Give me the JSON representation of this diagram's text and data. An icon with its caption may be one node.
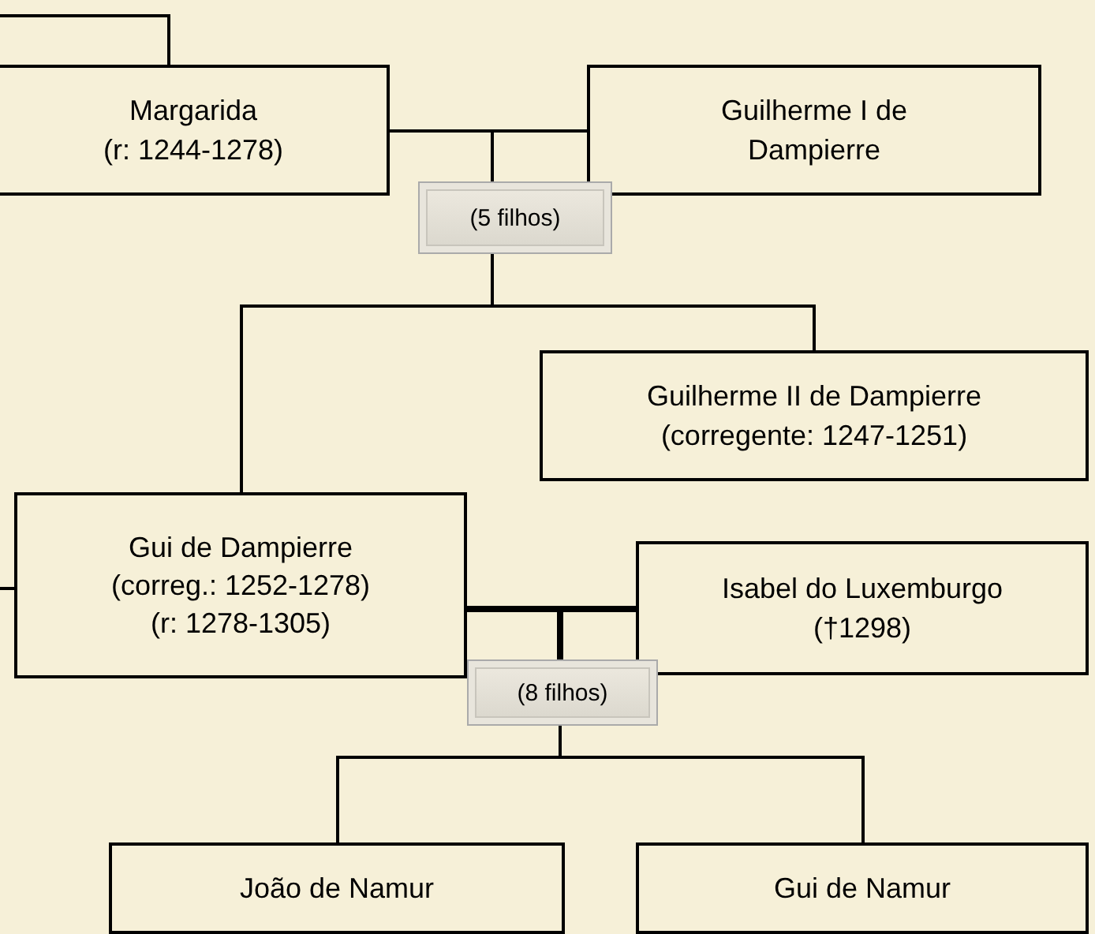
{
  "diagram": {
    "nodes": [
      {
        "text": [
          "Margarida",
          "(r: 1244-1278)"
        ]
      },
      {
        "text": [
          "Guilherme I de Dampierre"
        ]
      },
      {
        "text": [
          "(5 filhos)"
        ]
      },
      {
        "text": [
          "Guilherme II de Dampierre",
          "(corregente: 1247-1251)"
        ]
      },
      {
        "text": [
          "Gui de Dampierre",
          "(correg.: 1252-1278)",
          "(r: 1278-1305)"
        ]
      },
      {
        "text": [
          "Isabel do Luxemburgo",
          "(†1298)"
        ]
      },
      {
        "text": [
          "(8 filhos)"
        ]
      },
      {
        "text": [
          "João de Namur"
        ]
      },
      {
        "text": [
          "Gui de Namur"
        ]
      }
    ],
    "edges": [
      {
        "from": null,
        "to": 0,
        "arrow": "none"
      },
      {
        "from": 0,
        "to": 1,
        "arrow": "none"
      },
      {
        "from": 0,
        "to": 2,
        "arrow": "none"
      },
      {
        "from": 1,
        "to": 2,
        "arrow": "none"
      },
      {
        "from": 2,
        "to": 4,
        "arrow": "none"
      },
      {
        "from": 2,
        "to": 3,
        "arrow": "none"
      },
      {
        "from": null,
        "to": 4,
        "arrow": "none"
      },
      {
        "from": 4,
        "to": 5,
        "arrow": "none",
        "style": "thick"
      },
      {
        "from": 4,
        "to": 6,
        "arrow": "none",
        "style": "thick"
      },
      {
        "from": 5,
        "to": 6,
        "arrow": "none",
        "style": "thick"
      },
      {
        "from": 6,
        "to": 7,
        "arrow": "none"
      },
      {
        "from": 6,
        "to": 8,
        "arrow": "none"
      }
    ]
  }
}
